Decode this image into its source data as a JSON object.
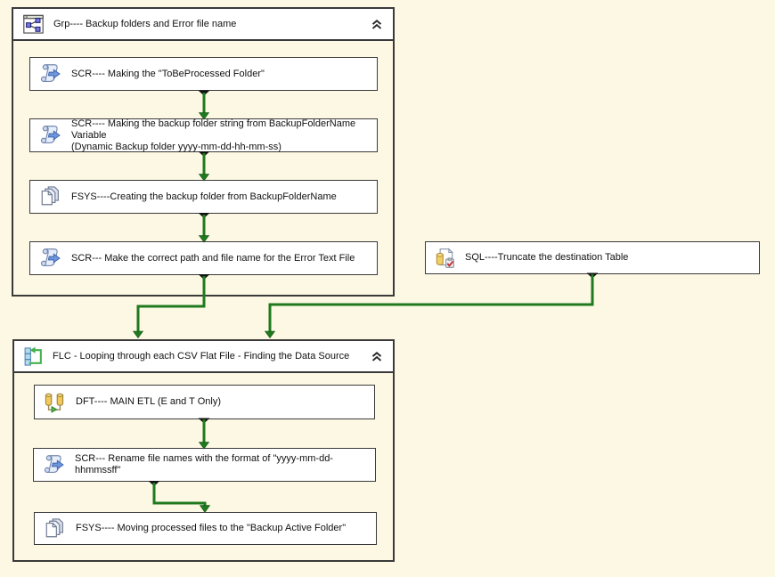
{
  "app": {
    "surface": "SSIS control flow design surface"
  },
  "colors": {
    "canvas_bg": "#fdf8e3",
    "box_bg": "#ffffff",
    "box_border": "#3a3a3a",
    "connector_green": "#1f7a1f",
    "connector_cap_black": "#111111"
  },
  "icons": {
    "group_header": "sequence-container-icon",
    "loop_header": "foreach-loop-container-icon",
    "collapse": "chevron-double-up-icon",
    "script": "script-task-icon",
    "file_system": "file-system-task-icon",
    "execute_sql": "execute-sql-task-icon",
    "data_flow": "data-flow-task-icon"
  },
  "group_container": {
    "title": "Grp---- Backup folders and Error file name",
    "tasks": [
      {
        "type": "script",
        "label": "SCR---- Making the \"ToBeProcessed Folder\""
      },
      {
        "type": "script",
        "label": "SCR---- Making the backup folder string from BackupFolderName Variable\n(Dynamic Backup folder yyyy-mm-dd-hh-mm-ss)"
      },
      {
        "type": "file-system",
        "label": "FSYS----Creating the backup folder from BackupFolderName"
      },
      {
        "type": "script",
        "label": "SCR--- Make the correct path and file name for the Error Text File"
      }
    ]
  },
  "sql_task": {
    "type": "execute-sql",
    "label": "SQL----Truncate the destination Table"
  },
  "loop_container": {
    "title": "FLC - Looping through each CSV Flat File - Finding the Data Source",
    "tasks": [
      {
        "type": "data-flow",
        "label": "DFT---- MAIN ETL (E and T Only)"
      },
      {
        "type": "script",
        "label": "SCR--- Rename file names with the format of \"yyyy-mm-dd-hhmmssff\""
      },
      {
        "type": "file-system",
        "label": "FSYS---- Moving processed files to the \"Backup Active Folder\""
      }
    ]
  }
}
